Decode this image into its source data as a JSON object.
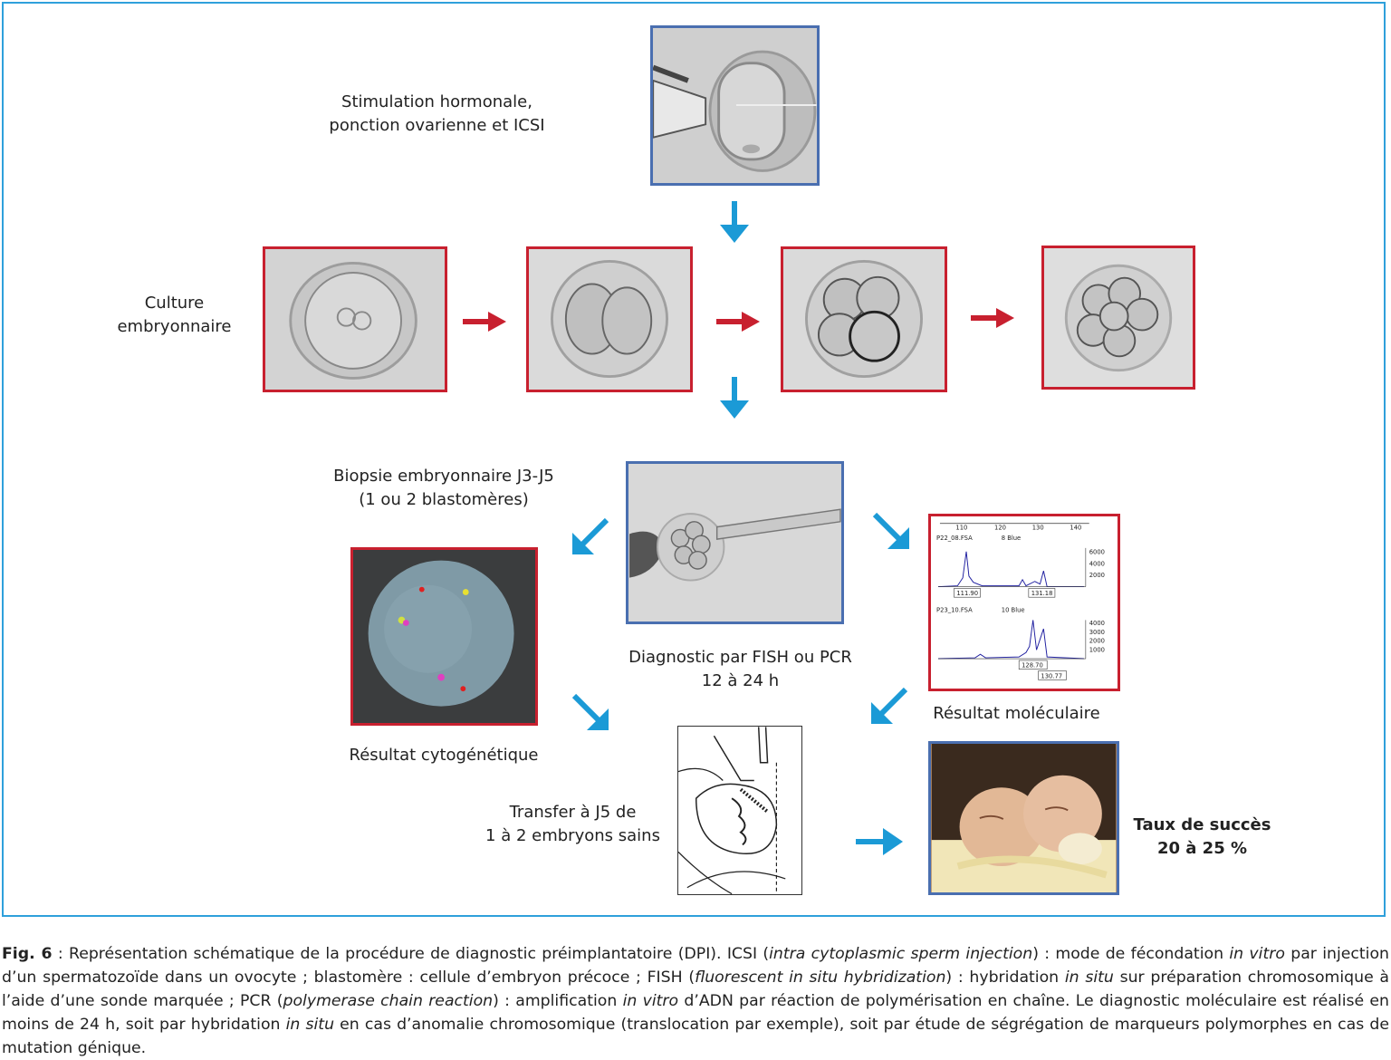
{
  "labels": {
    "stimulation_line1": "Stimulation hormonale,",
    "stimulation_line2": "ponction ovarienne et ICSI",
    "culture_line1": "Culture",
    "culture_line2": "embryonnaire",
    "biopsie_line1": "Biopsie embryonnaire J3-J5",
    "biopsie_line2": "(1 ou 2 blastomères)",
    "diagnostic_line1": "Diagnostic par FISH ou PCR",
    "diagnostic_line2": "12 à 24 h",
    "result_cyto": "Résultat cytogénétique",
    "result_mol": "Résultat moléculaire",
    "transfer_line1": "Transfer à J5 de",
    "transfer_line2": "1 à 2 embryons sains",
    "success_line1": "Taux de succès",
    "success_line2": "20 à 25 %"
  },
  "electropherogram": {
    "axis_ticks": [
      "110",
      "120",
      "130",
      "140"
    ],
    "trace1_name": "P22_08.FSA",
    "trace1_channel": "8 Blue",
    "trace1_scale": [
      "6000",
      "4000",
      "2000"
    ],
    "trace1_peaks": [
      "111.90",
      "131.18"
    ],
    "trace2_name": "P23_10.FSA",
    "trace2_channel": "10 Blue",
    "trace2_scale": [
      "4000",
      "3000",
      "2000",
      "1000"
    ],
    "trace2_peaks": [
      "128.70",
      "130.77"
    ]
  },
  "caption": {
    "fig_label": "Fig. 6",
    "p1": " : Représentation schématique de la procédure de diagnostic préimplantatoire (DPI). ICSI (",
    "i1": "intra cytoplasmic sperm injection",
    "p2": ") : mode de fécondation ",
    "i2": "in vitro",
    "p3": " par injection d’un spermatozoïde dans un ovocyte ; blastomère : cellule d’embryon précoce ; FISH (",
    "i3": "fluorescent in situ hybridization",
    "p4": ") : hybridation ",
    "i4": "in situ",
    "p5": " sur préparation chromosomique à l’aide d’une sonde marquée ; PCR (",
    "i5": "polymerase chain reaction",
    "p6": ") : amplification ",
    "i6": "in vitro",
    "p7": " d’ADN par réaction de polymérisation en chaîne. Le diagnostic moléculaire est réalisé en moins de 24 h, soit par hybridation ",
    "i7": "in situ",
    "p8": " en cas d’anomalie chromosomique (translocation par exemple), soit par étude de ségrégation de marqueurs polymorphes en cas de mutation génique."
  },
  "colors": {
    "frame": "#2fa0db",
    "arrow_blue": "#1b9ad6",
    "arrow_red": "#c8202f",
    "border_blue": "#4a6fb0",
    "border_red": "#c8202f"
  }
}
